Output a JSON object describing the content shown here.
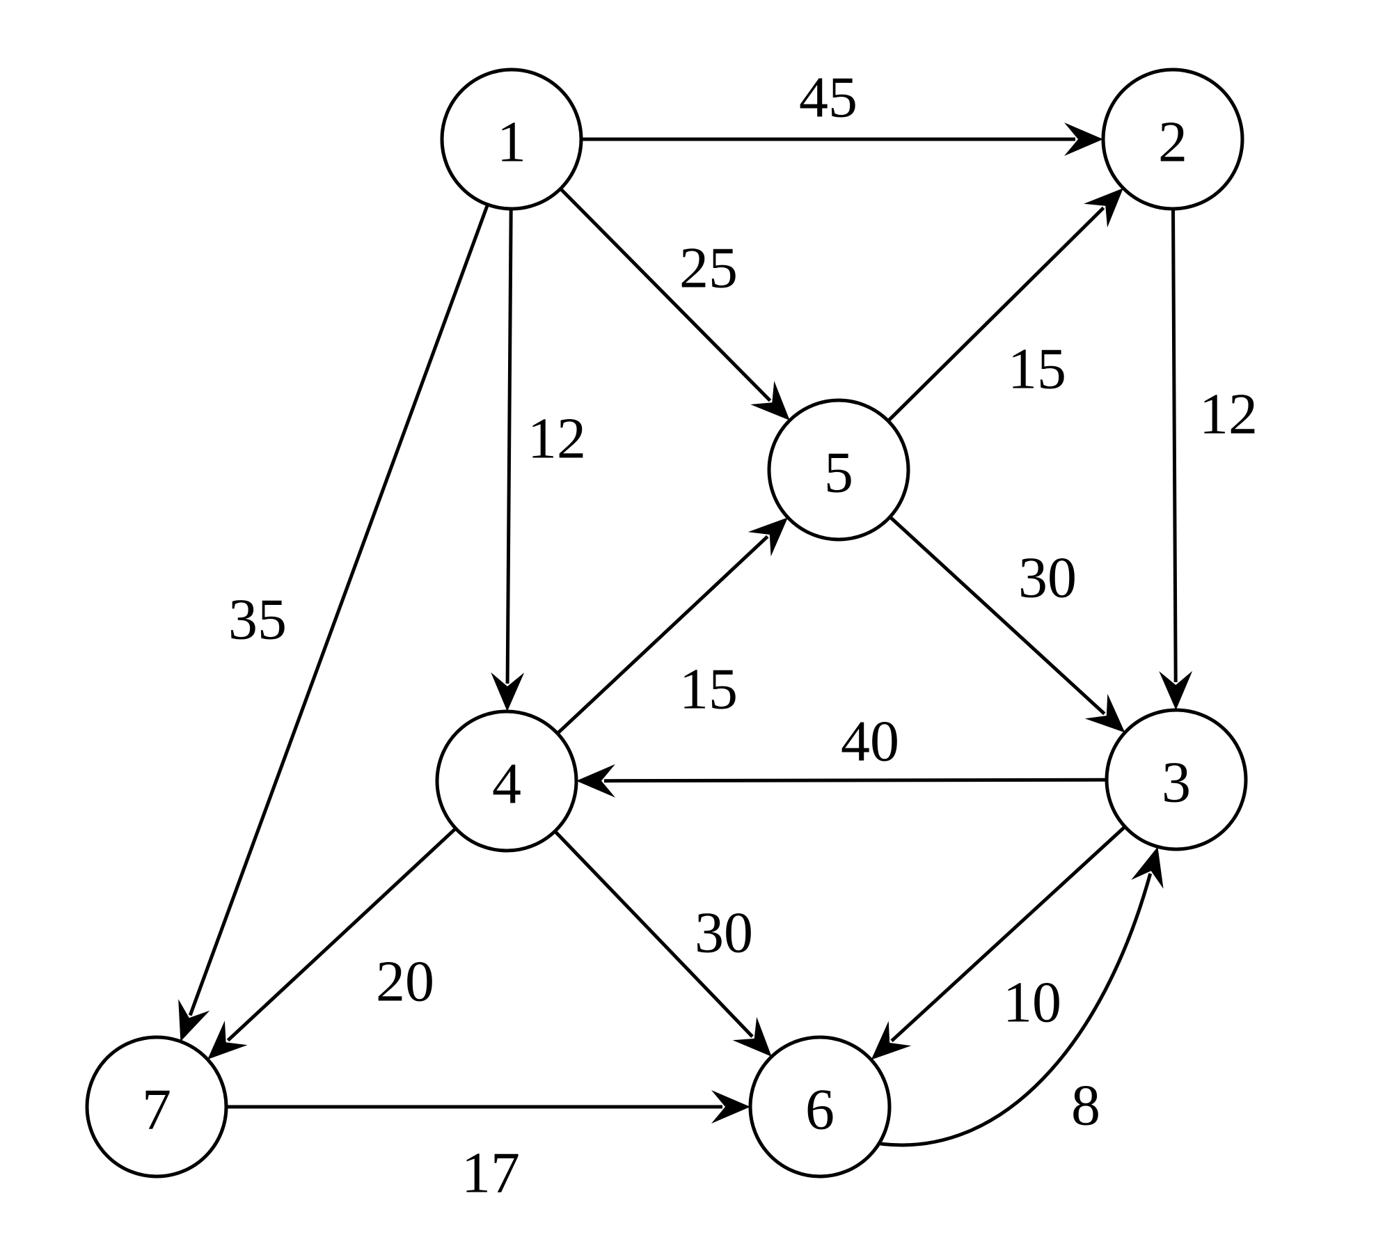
{
  "graph": {
    "nodes": [
      {
        "id": "1",
        "label": "1"
      },
      {
        "id": "2",
        "label": "2"
      },
      {
        "id": "3",
        "label": "3"
      },
      {
        "id": "4",
        "label": "4"
      },
      {
        "id": "5",
        "label": "5"
      },
      {
        "id": "6",
        "label": "6"
      },
      {
        "id": "7",
        "label": "7"
      }
    ],
    "edges": [
      {
        "from": "1",
        "to": "2",
        "weight": "45"
      },
      {
        "from": "1",
        "to": "5",
        "weight": "25"
      },
      {
        "from": "1",
        "to": "4",
        "weight": "12"
      },
      {
        "from": "1",
        "to": "7",
        "weight": "35"
      },
      {
        "from": "5",
        "to": "2",
        "weight": "15"
      },
      {
        "from": "2",
        "to": "3",
        "weight": "12"
      },
      {
        "from": "5",
        "to": "3",
        "weight": "30"
      },
      {
        "from": "4",
        "to": "5",
        "weight": "15"
      },
      {
        "from": "3",
        "to": "4",
        "weight": "40"
      },
      {
        "from": "4",
        "to": "7",
        "weight": "20"
      },
      {
        "from": "4",
        "to": "6",
        "weight": "30"
      },
      {
        "from": "3",
        "to": "6",
        "weight": "10"
      },
      {
        "from": "6",
        "to": "3",
        "weight": "8"
      },
      {
        "from": "7",
        "to": "6",
        "weight": "17"
      }
    ]
  }
}
